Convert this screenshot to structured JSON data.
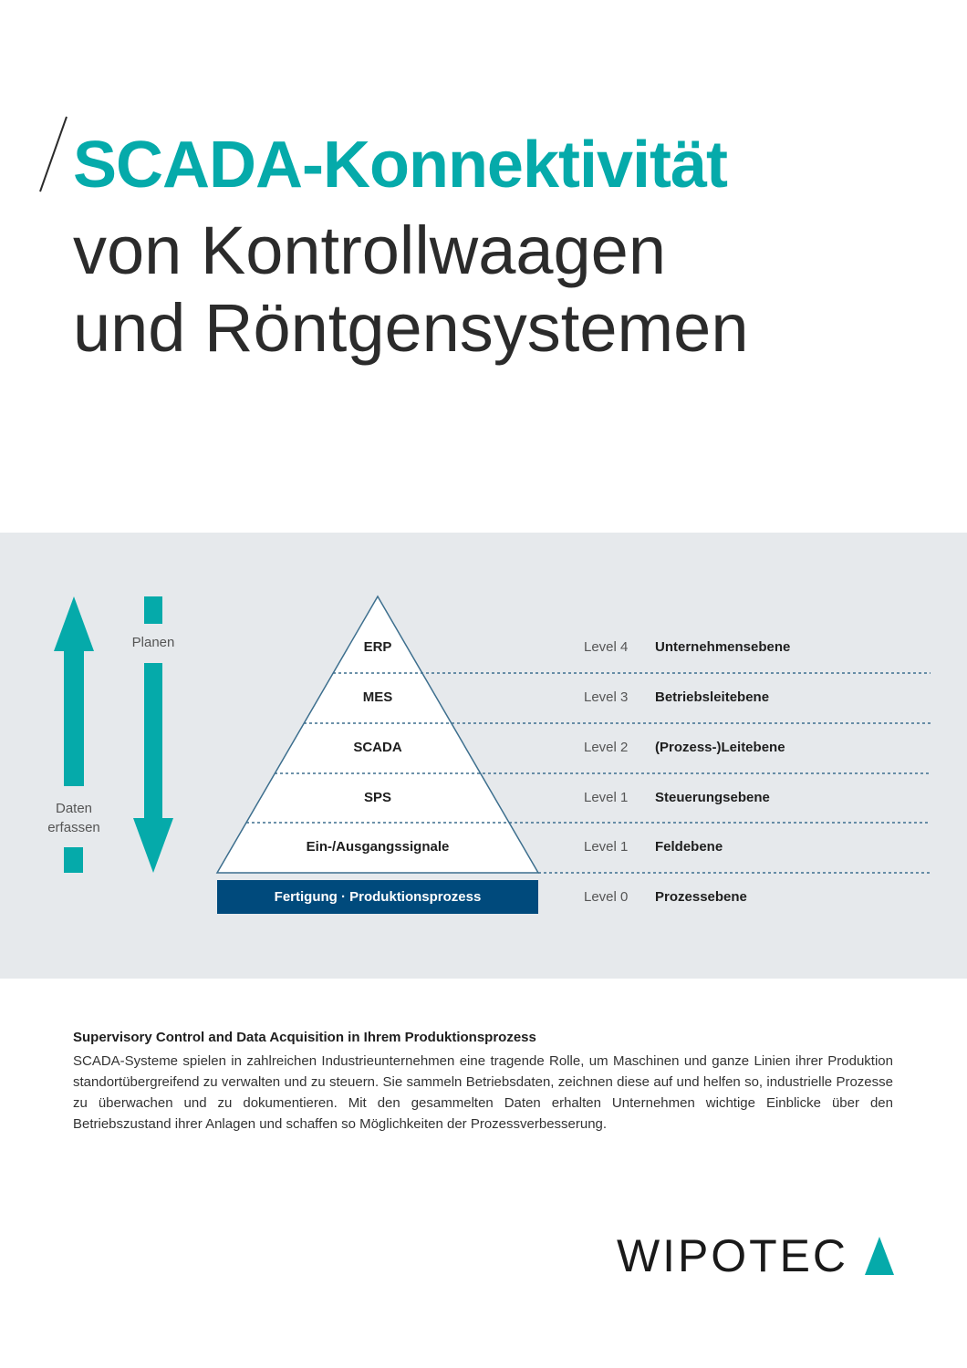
{
  "title": {
    "line1": "SCADA-Konnektivität",
    "line2": "von Kontrollwaagen",
    "line3": "und Röntgensystemen"
  },
  "diagram": {
    "left_arrow_label": "Daten erfassen",
    "right_arrow_label": "Planen",
    "pyramid": [
      "ERP",
      "MES",
      "SCADA",
      "SPS",
      "Ein-/Ausgangssignale"
    ],
    "base": "Fertigung · Produktionsprozess",
    "levels": [
      {
        "num": "Level 4",
        "name": "Unternehmensebene"
      },
      {
        "num": "Level 3",
        "name": "Betriebsleitebene"
      },
      {
        "num": "Level 2",
        "name": "(Prozess-)Leitebene"
      },
      {
        "num": "Level 1",
        "name": "Steuerungsebene"
      },
      {
        "num": "Level 1",
        "name": "Feldebene"
      },
      {
        "num": "Level 0",
        "name": "Prozessebene"
      }
    ],
    "colors": {
      "teal": "#05aaaa",
      "navy": "#004a7c",
      "band": "#e6e9ec"
    }
  },
  "body": {
    "heading": "Supervisory Control and Data Acquisition in Ihrem Produktionsprozess",
    "text": "SCADA-Systeme spielen in zahlreichen Industrieunternehmen eine tragende Rolle, um Maschinen und ganze Linien ihrer Produktion standortübergreifend zu verwalten und zu steuern. Sie sammeln Betriebsdaten, zeichnen diese auf und helfen so, industrielle Prozesse zu überwachen und zu dokumentieren. Mit den gesammelten Daten erhalten Unternehmen wichtige Einblicke über den Betriebszustand ihrer Anlagen und schaffen so Möglichkeiten der Prozessverbesserung."
  },
  "logo": {
    "text": "WIPOTEC"
  }
}
